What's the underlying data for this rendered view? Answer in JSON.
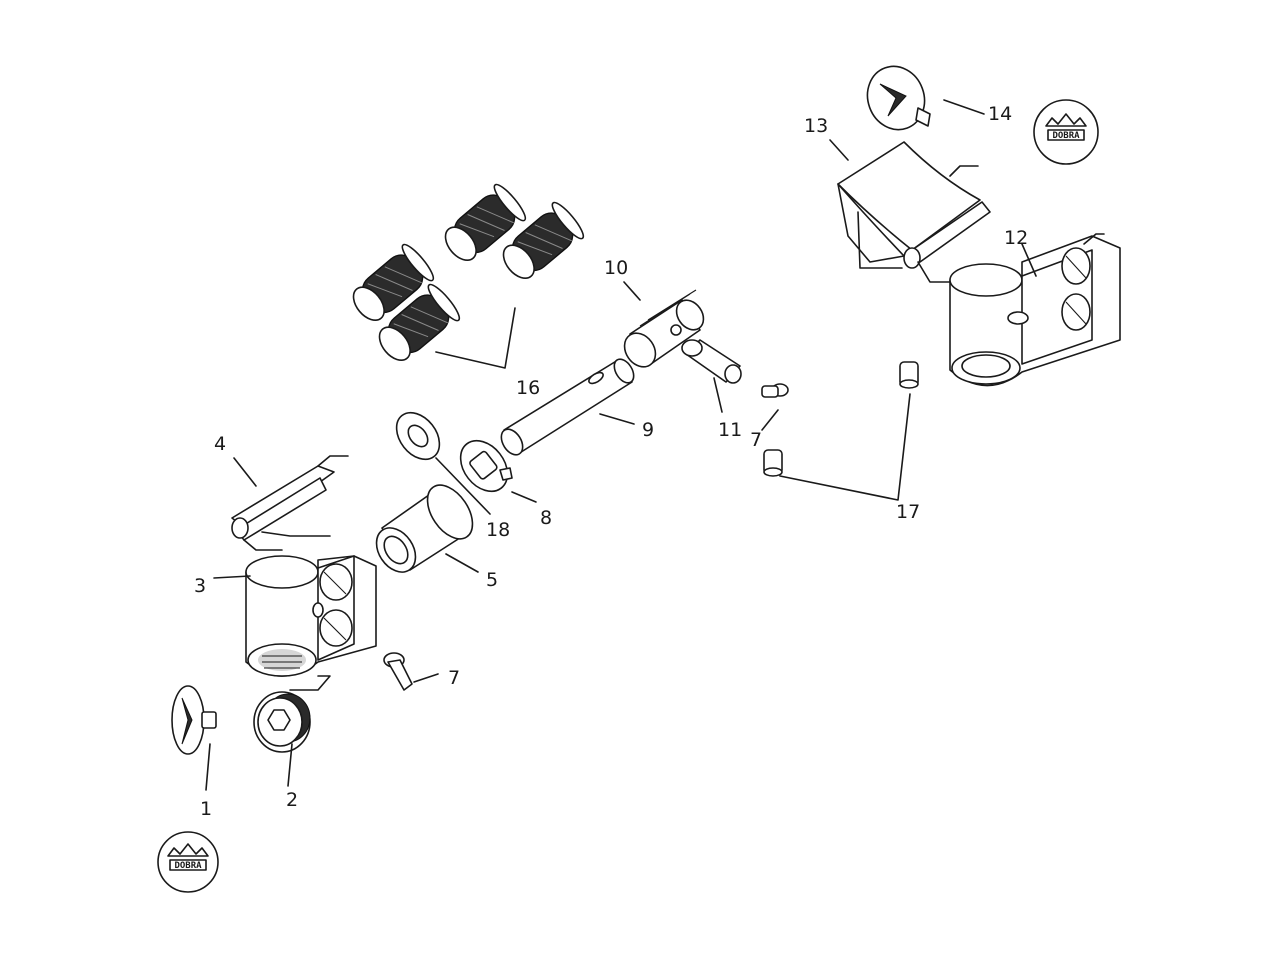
{
  "diagram": {
    "brand_text": "DOBRA",
    "part_labels": [
      "1",
      "2",
      "3",
      "4",
      "5",
      "7",
      "7",
      "8",
      "9",
      "10",
      "11",
      "12",
      "13",
      "14",
      "16",
      "17",
      "18"
    ]
  }
}
